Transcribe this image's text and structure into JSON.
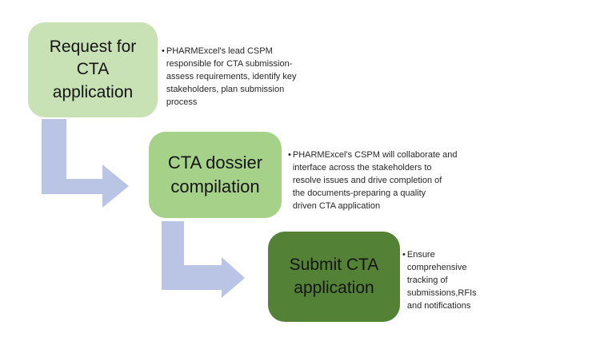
{
  "bullet_char": "•",
  "colors": {
    "box1": "#c8e2b6",
    "box2": "#a6d189",
    "box3": "#538135",
    "arrow": "#bac5e6",
    "title_text": "#141414",
    "body_text": "#262626",
    "background": "#ffffff"
  },
  "steps": [
    {
      "title_lines": [
        "Request for",
        "CTA",
        "application"
      ],
      "lines": [
        "PHARMExcel's lead CSPM",
        "responsible for CTA submission-",
        "assess requirements, identify key",
        "stakeholders, plan submission",
        "process"
      ]
    },
    {
      "title_lines": [
        "CTA dossier",
        "compilation"
      ],
      "lines": [
        "PHARMExcel's CSPM will collaborate and",
        "interface across the stakeholders to",
        "resolve issues and drive completion of",
        "the documents-preparing a quality",
        "driven CTA application"
      ]
    },
    {
      "title_lines": [
        "Submit CTA",
        "application"
      ],
      "lines": [
        "Ensure",
        "comprehensive",
        "tracking of",
        "submissions,RFIs",
        "and notifications"
      ]
    }
  ]
}
